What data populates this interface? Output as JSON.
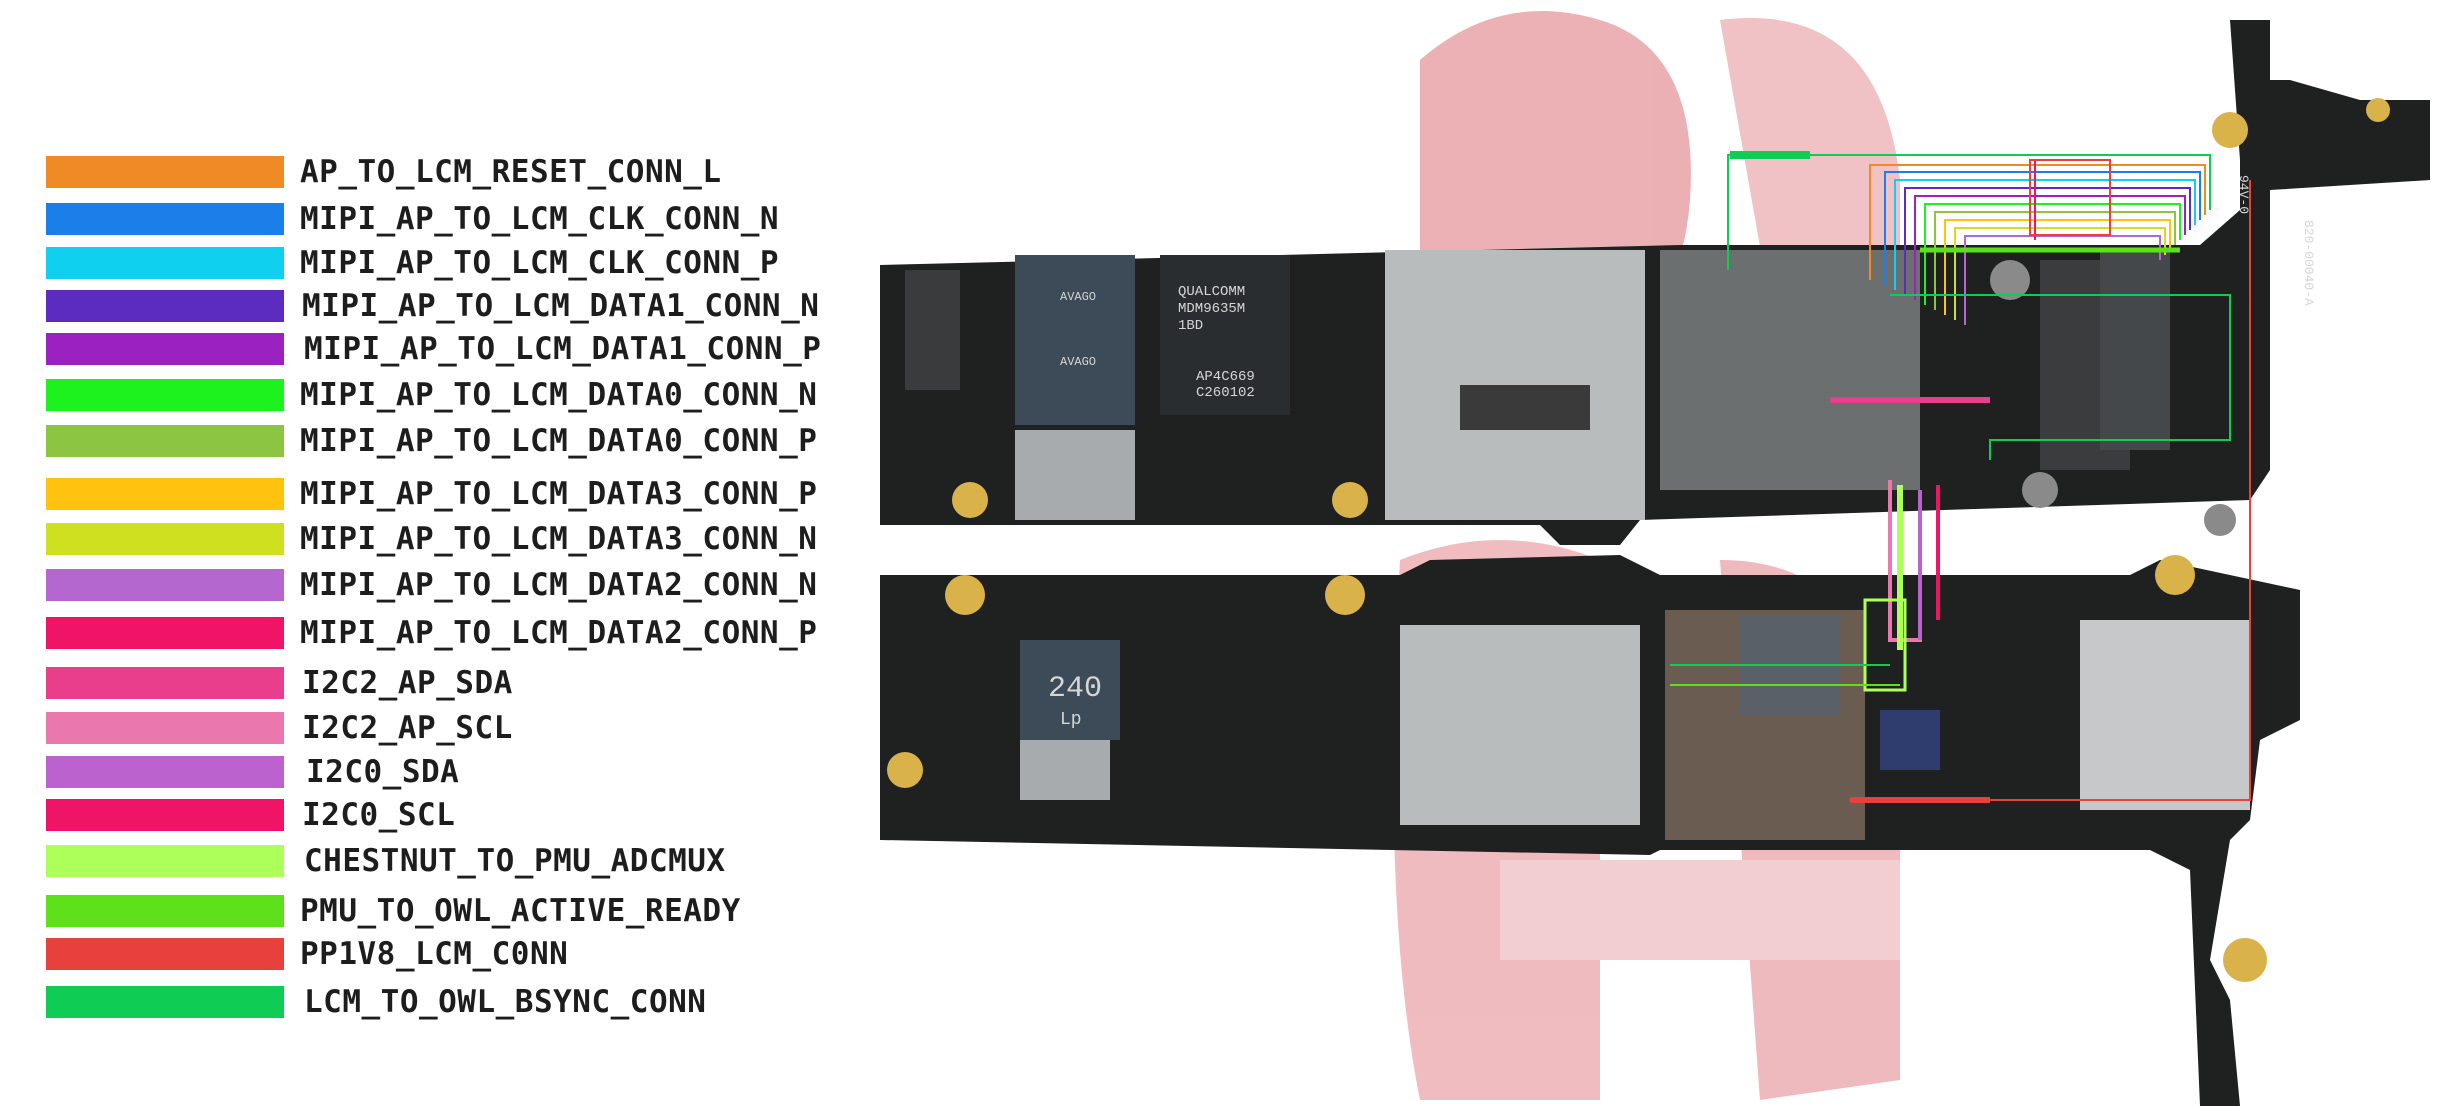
{
  "legend": {
    "items": [
      {
        "label": "AP_TO_LCM_RESET_CONN_L",
        "color": "#f08a24"
      },
      {
        "label": "MIPI_AP_TO_LCM_CLK_CONN_N",
        "color": "#1a7fe8"
      },
      {
        "label": "MIPI_AP_TO_LCM_CLK_CONN_P",
        "color": "#0fd0ee"
      },
      {
        "label": "MIPI_AP_TO_LCM_DATA1_CONN_N",
        "color": "#5c2bbf"
      },
      {
        "label": "MIPI_AP_TO_LCM_DATA1_CONN_P",
        "color": "#9b22c0"
      },
      {
        "label": "MIPI_AP_TO_LCM_DATA0_CONN_N",
        "color": "#1ef21e"
      },
      {
        "label": "MIPI_AP_TO_LCM_DATA0_CONN_P",
        "color": "#8bc542"
      },
      {
        "label": "MIPI_AP_TO_LCM_DATA3_CONN_P",
        "color": "#ffc20e"
      },
      {
        "label": "MIPI_AP_TO_LCM_DATA3_CONN_N",
        "color": "#cfe020"
      },
      {
        "label": "MIPI_AP_TO_LCM_DATA2_CONN_N",
        "color": "#b567d0"
      },
      {
        "label": "MIPI_AP_TO_LCM_DATA2_CONN_P",
        "color": "#ef1466"
      },
      {
        "label": "I2C2_AP_SDA",
        "color": "#e83e8c"
      },
      {
        "label": "I2C2_AP_SCL",
        "color": "#ea78ae"
      },
      {
        "label": "I2C0_SDA",
        "color": "#bb62cf"
      },
      {
        "label": "I2C0_SCL",
        "color": "#ef1466"
      },
      {
        "label": "CHESTNUT_TO_PMU_ADCMUX",
        "color": "#adff5a"
      },
      {
        "label": "PMU_TO_OWL_ACTIVE_READY",
        "color": "#5ee01a"
      },
      {
        "label": "PP1V8_LCM_C0NN",
        "color": "#e8403c"
      },
      {
        "label": "LCM_TO_OWL_BSYNC_CONN",
        "color": "#0fcc55"
      }
    ]
  },
  "board": {
    "chip_texts": {
      "qualcomm": "QUALCOMM",
      "mdm": "MDM9635M",
      "rev": "1BD",
      "ap_code": "AP4C669",
      "ap_code2": "C260102",
      "avago1": "AVAGO",
      "avago2": "AVAGO",
      "chip240": "240",
      "chip_lp": "Lp",
      "board_id": "820-00040-A",
      "flex_id": "94V-0"
    },
    "colors": {
      "pcb": "#1f2120",
      "pcb_edge": "#121212",
      "shield": "#b9bcbd",
      "gold": "#d9b24a",
      "watermark": "#e8a3a8"
    }
  }
}
